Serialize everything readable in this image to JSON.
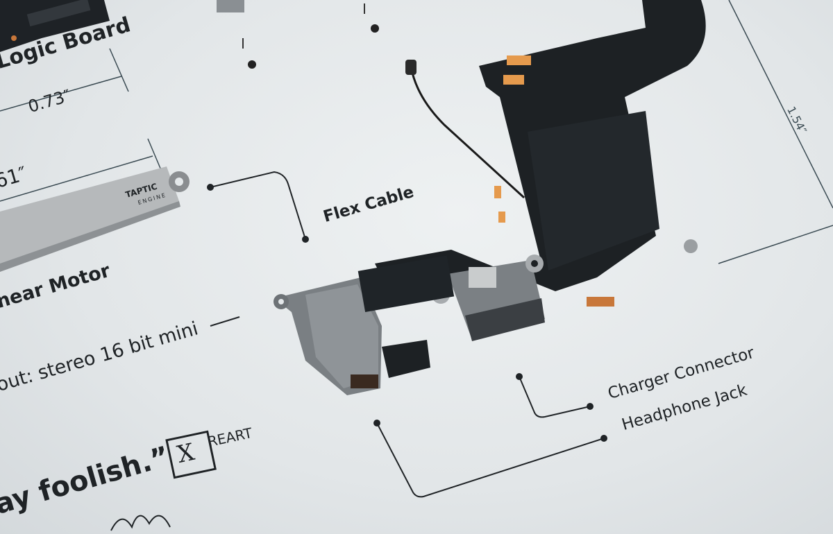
{
  "labels": {
    "logic_board": "Logic Board",
    "logic_board_dim": "0.73″",
    "motor_dim": "61″",
    "linear_motor": "near Motor",
    "flex_cable": "Flex Cable",
    "audio_spec": "out: stereo 16 bit mini",
    "charger_connector": "Charger Connector",
    "headphone_jack": "Headphone Jack",
    "right_dim": "1.54″",
    "quote": "ay foolish.”",
    "taptic": "TAPTIC",
    "taptic_sub": "ENGINE",
    "brand": "REART",
    "brand_mark": "X",
    "signature": "wolf"
  }
}
